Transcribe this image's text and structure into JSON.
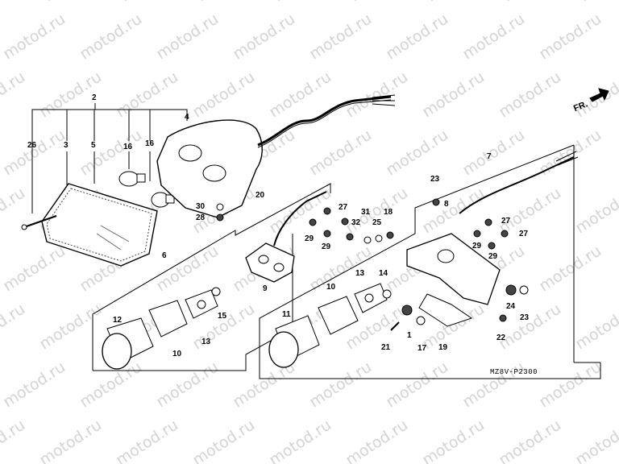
{
  "watermark_text": "motod.ru",
  "diagram_code": "MZ8V-P2300",
  "direction_label": "FR.",
  "callouts": [
    {
      "id": "c2",
      "text": "2"
    },
    {
      "id": "c4",
      "text": "4"
    },
    {
      "id": "c26",
      "text": "26"
    },
    {
      "id": "c3",
      "text": "3"
    },
    {
      "id": "c5",
      "text": "5"
    },
    {
      "id": "c16a",
      "text": "16"
    },
    {
      "id": "c16b",
      "text": "16"
    },
    {
      "id": "c20",
      "text": "20"
    },
    {
      "id": "c30",
      "text": "30"
    },
    {
      "id": "c28",
      "text": "28"
    },
    {
      "id": "c6",
      "text": "6"
    },
    {
      "id": "c7",
      "text": "7"
    },
    {
      "id": "c23a",
      "text": "23"
    },
    {
      "id": "c27a",
      "text": "27"
    },
    {
      "id": "c29a",
      "text": "29"
    },
    {
      "id": "c29b",
      "text": "29"
    },
    {
      "id": "c32",
      "text": "32"
    },
    {
      "id": "c31",
      "text": "31"
    },
    {
      "id": "c25",
      "text": "25"
    },
    {
      "id": "c18",
      "text": "18"
    },
    {
      "id": "c8",
      "text": "8"
    },
    {
      "id": "c27b",
      "text": "27"
    },
    {
      "id": "c27c",
      "text": "27"
    },
    {
      "id": "c29c",
      "text": "29"
    },
    {
      "id": "c29d",
      "text": "29"
    },
    {
      "id": "c9",
      "text": "9"
    },
    {
      "id": "c12",
      "text": "12"
    },
    {
      "id": "c10a",
      "text": "10"
    },
    {
      "id": "c13a",
      "text": "13"
    },
    {
      "id": "c15",
      "text": "15"
    },
    {
      "id": "c11",
      "text": "11"
    },
    {
      "id": "c10b",
      "text": "10"
    },
    {
      "id": "c13b",
      "text": "13"
    },
    {
      "id": "c14",
      "text": "14"
    },
    {
      "id": "c24",
      "text": "24"
    },
    {
      "id": "c23b",
      "text": "23"
    },
    {
      "id": "c22",
      "text": "22"
    },
    {
      "id": "c1",
      "text": "1"
    },
    {
      "id": "c21",
      "text": "21"
    },
    {
      "id": "c17",
      "text": "17"
    },
    {
      "id": "c19",
      "text": "19"
    }
  ]
}
